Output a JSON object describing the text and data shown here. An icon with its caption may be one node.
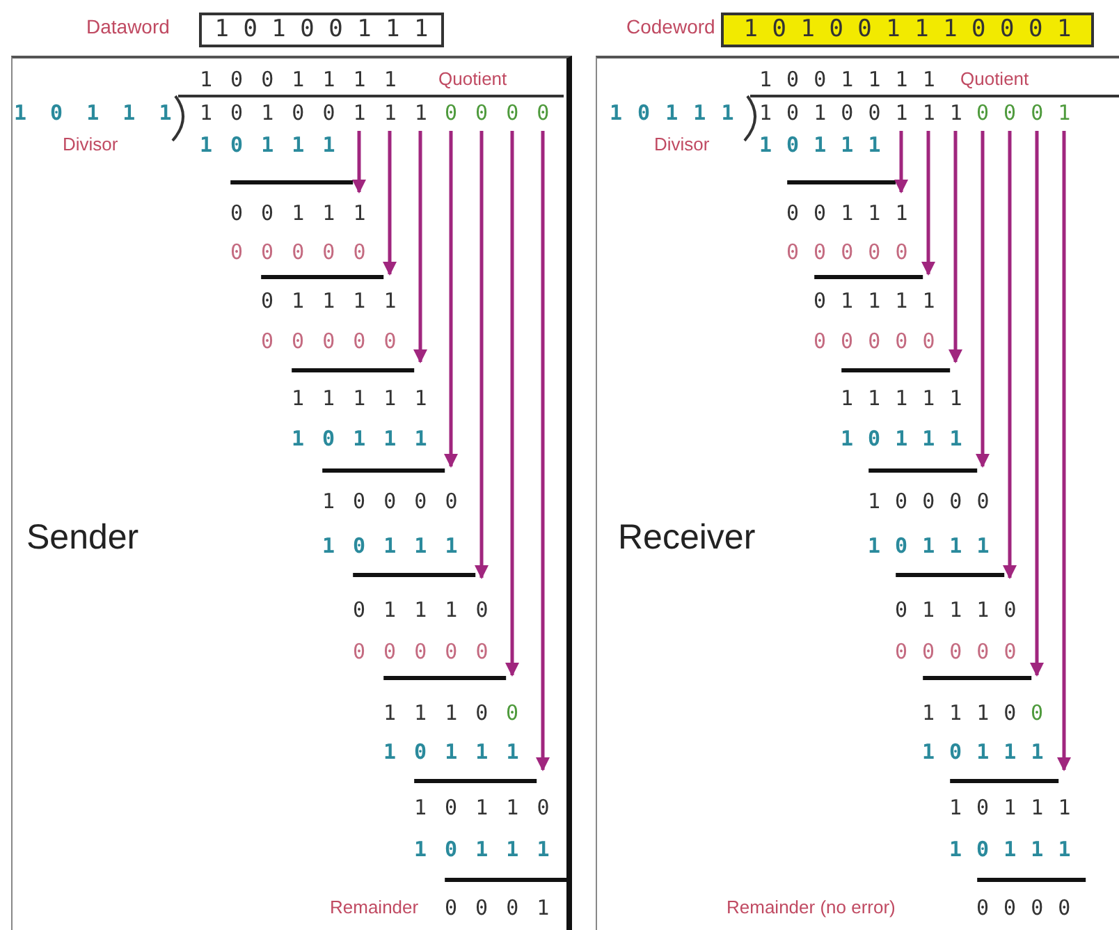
{
  "diagram": {
    "nodes": [
      {
        "text": [
          "Dataword",
          "1 0 1 0 0 1 1 1"
        ]
      },
      {
        "text": [
          "Codeword",
          "1 0 1 0 0 1 1 1 0 0 0 1"
        ]
      },
      {
        "text": [
          "Sender"
        ]
      },
      {
        "text": [
          "Receiver"
        ]
      }
    ],
    "labels": [
      "1 0 0 1 1 1 1",
      "Quotient",
      "1 0 1 1 1",
      "1 0 1 0 0 1 1 1",
      "0 0 0 0",
      "Divisor",
      "1 0 1 1 1",
      "0 0 1 1 1",
      "0 0 0 0 0",
      "0 1 1 1 1",
      "0 0 0 0 0",
      "1 1 1 1 1",
      "1 0 1 1 1",
      "1 0 0 0 0",
      "1 0 1 1 1",
      "0 1 1 1 0",
      "0 0 0 0 0",
      "1 1 1 0",
      "0",
      "1 0 1 1 1",
      "1 0 1 1 0",
      "1 0 1 1 1",
      "Remainder",
      "0 0 0 1",
      "1 0 0 1 1 1 1",
      "Quotient",
      "1 0 1 1 1",
      "1 0 1 0 0 1 1 1",
      "0 0 0 1",
      "Divisor",
      "1 0 1 1 1",
      "0 0 1 1 1",
      "0 0 0 0 0",
      "0 1 1 1 1",
      "0 0 0 0 0",
      "1 1 1 1 1",
      "1 0 1 1 1",
      "1 0 0 0 0",
      "1 0 1 1 1",
      "0 1 1 1 0",
      "0 0 0 0 0",
      "1 1 1 0",
      "0",
      "1 0 1 1 1",
      "1 0 1 1 1",
      "1 0 1 1 1",
      "Remainder (no error)",
      "0 0 0 0"
    ]
  }
}
